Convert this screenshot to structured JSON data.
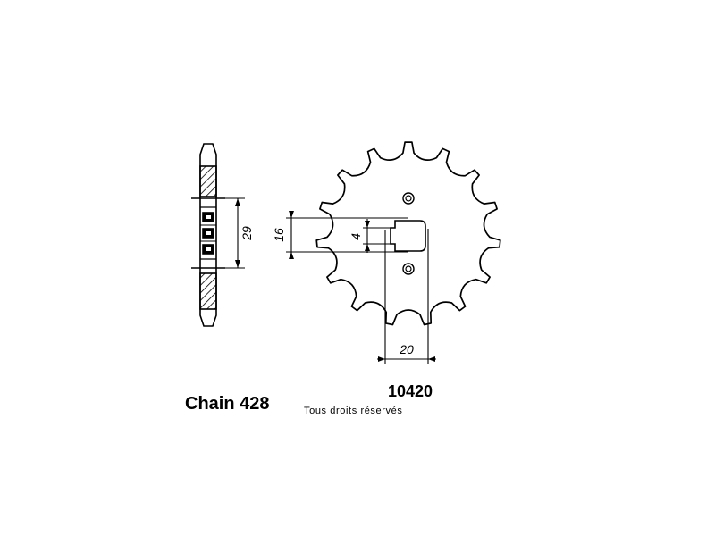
{
  "dimensions": {
    "hub_height": "29",
    "bore_diameter": "16",
    "key_width": "4",
    "bore_offset": "20"
  },
  "labels": {
    "chain": "Chain 428",
    "part_number": "10420",
    "copyright": "Tous droits réservés"
  },
  "sprocket": {
    "teeth": 15
  },
  "colors": {
    "ink": "#000000",
    "paper": "#ffffff"
  }
}
